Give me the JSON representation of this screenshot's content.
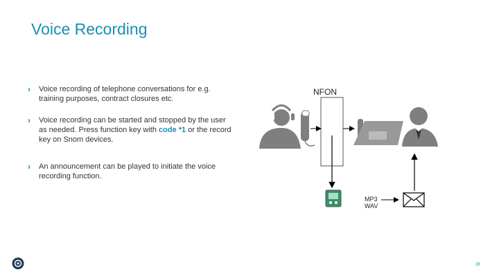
{
  "slide": {
    "title": "Voice Recording",
    "bullets": [
      {
        "text": "Voice recording of telephone conversations for e.g. training purposes, contract closures etc."
      },
      {
        "text_before": "Voice recording can be started and stopped by the user as needed. Press function key with ",
        "code": "code *1",
        "text_after": " or the record key on Snom devices."
      },
      {
        "text": "An announcement can be played to initiate the voice recording function."
      }
    ],
    "diagram": {
      "nfon_label": "NFON",
      "file_formats": [
        "MP3",
        "WAV"
      ],
      "icons": [
        "person-headset-icon",
        "desk-phone-icon",
        "person-suit-icon",
        "storage-device-icon",
        "envelope-icon"
      ]
    },
    "page_number": "28",
    "colors": {
      "accent": "#1a8fb0",
      "text": "#333333",
      "icon_gray": "#7f7f7f"
    }
  }
}
